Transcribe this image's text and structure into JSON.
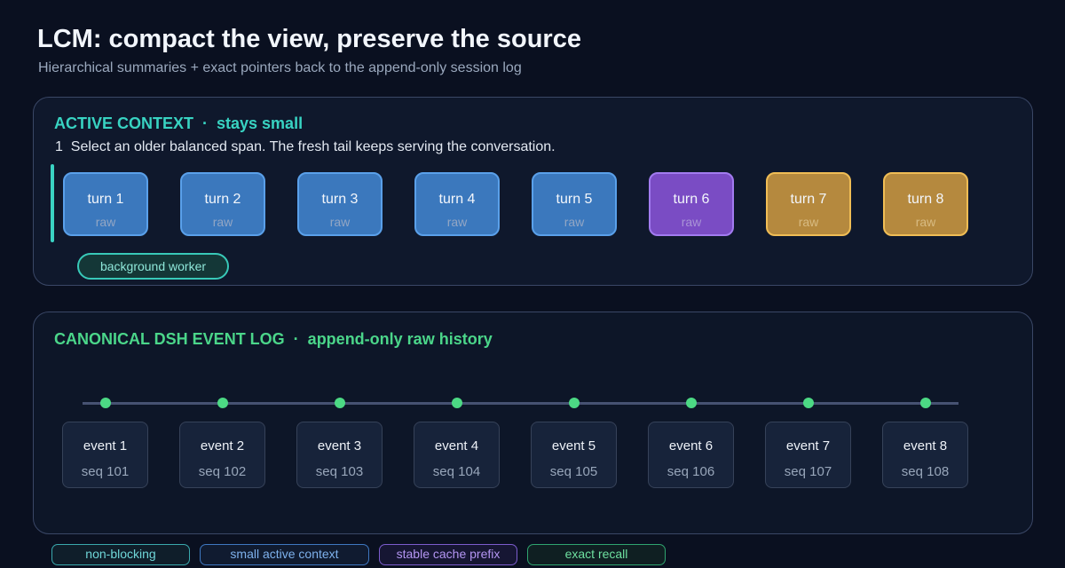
{
  "header": {
    "title": "LCM: compact the view, preserve the source",
    "subtitle": "Hierarchical summaries + exact pointers back to the append-only session log"
  },
  "active_context": {
    "heading": "ACTIVE CONTEXT  ·  stays small",
    "instruction": "1  Select an older balanced span. The fresh tail keeps serving the conversation.",
    "turns": [
      {
        "label": "turn 1",
        "sub": "raw",
        "state": "older"
      },
      {
        "label": "turn 2",
        "sub": "raw",
        "state": "older"
      },
      {
        "label": "turn 3",
        "sub": "raw",
        "state": "older"
      },
      {
        "label": "turn 4",
        "sub": "raw",
        "state": "older"
      },
      {
        "label": "turn 5",
        "sub": "raw",
        "state": "older"
      },
      {
        "label": "turn 6",
        "sub": "raw",
        "state": "boundary"
      },
      {
        "label": "turn 7",
        "sub": "raw",
        "state": "fresh"
      },
      {
        "label": "turn 8",
        "sub": "raw",
        "state": "fresh"
      }
    ],
    "worker_label": "background worker"
  },
  "event_log": {
    "heading": "CANONICAL DSH EVENT LOG  ·  append-only raw history",
    "events": [
      {
        "label": "event 1",
        "seq": "seq 101"
      },
      {
        "label": "event 2",
        "seq": "seq 102"
      },
      {
        "label": "event 3",
        "seq": "seq 103"
      },
      {
        "label": "event 4",
        "seq": "seq 104"
      },
      {
        "label": "event 5",
        "seq": "seq 105"
      },
      {
        "label": "event 6",
        "seq": "seq 106"
      },
      {
        "label": "event 7",
        "seq": "seq 107"
      },
      {
        "label": "event 8",
        "seq": "seq 108"
      }
    ]
  },
  "tags": [
    "non-blocking",
    "small active context",
    "stable cache prefix",
    "exact recall"
  ],
  "colors": {
    "older_turn": "#3b78bd",
    "boundary_turn": "#7a4cc4",
    "fresh_turn": "#b5893e",
    "active_accent": "#38d3c2",
    "log_accent": "#4bd68a"
  }
}
